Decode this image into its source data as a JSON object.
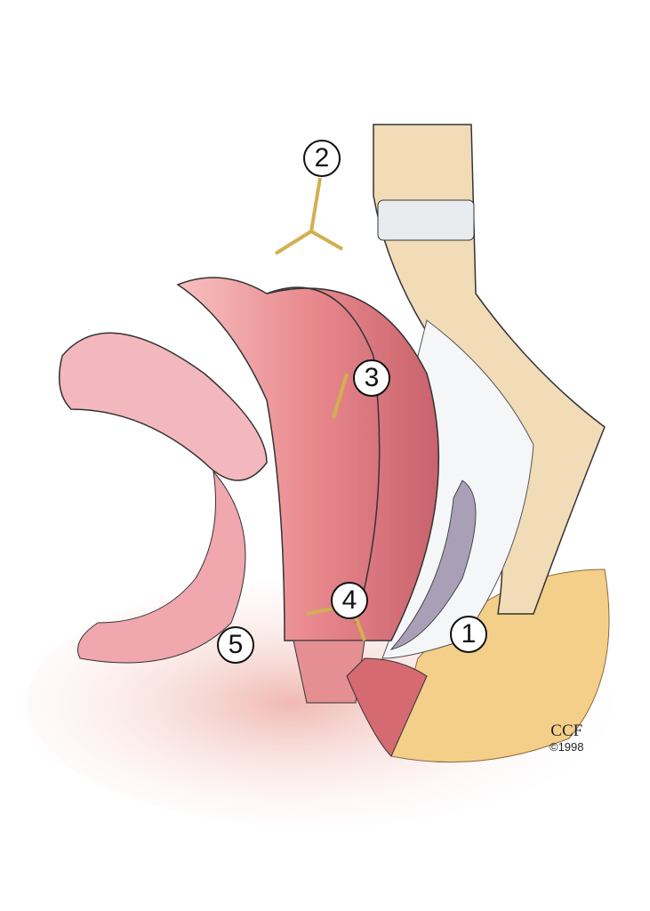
{
  "callouts": [
    "1",
    "2",
    "3",
    "4",
    "5"
  ],
  "credit": {
    "name": "CCF",
    "year": "©1998"
  },
  "colors": {
    "tissue": "#e8878f",
    "bone": "#f2dcb8",
    "fat": "#f4cf8a",
    "background_blush": "#f7d9d6"
  }
}
